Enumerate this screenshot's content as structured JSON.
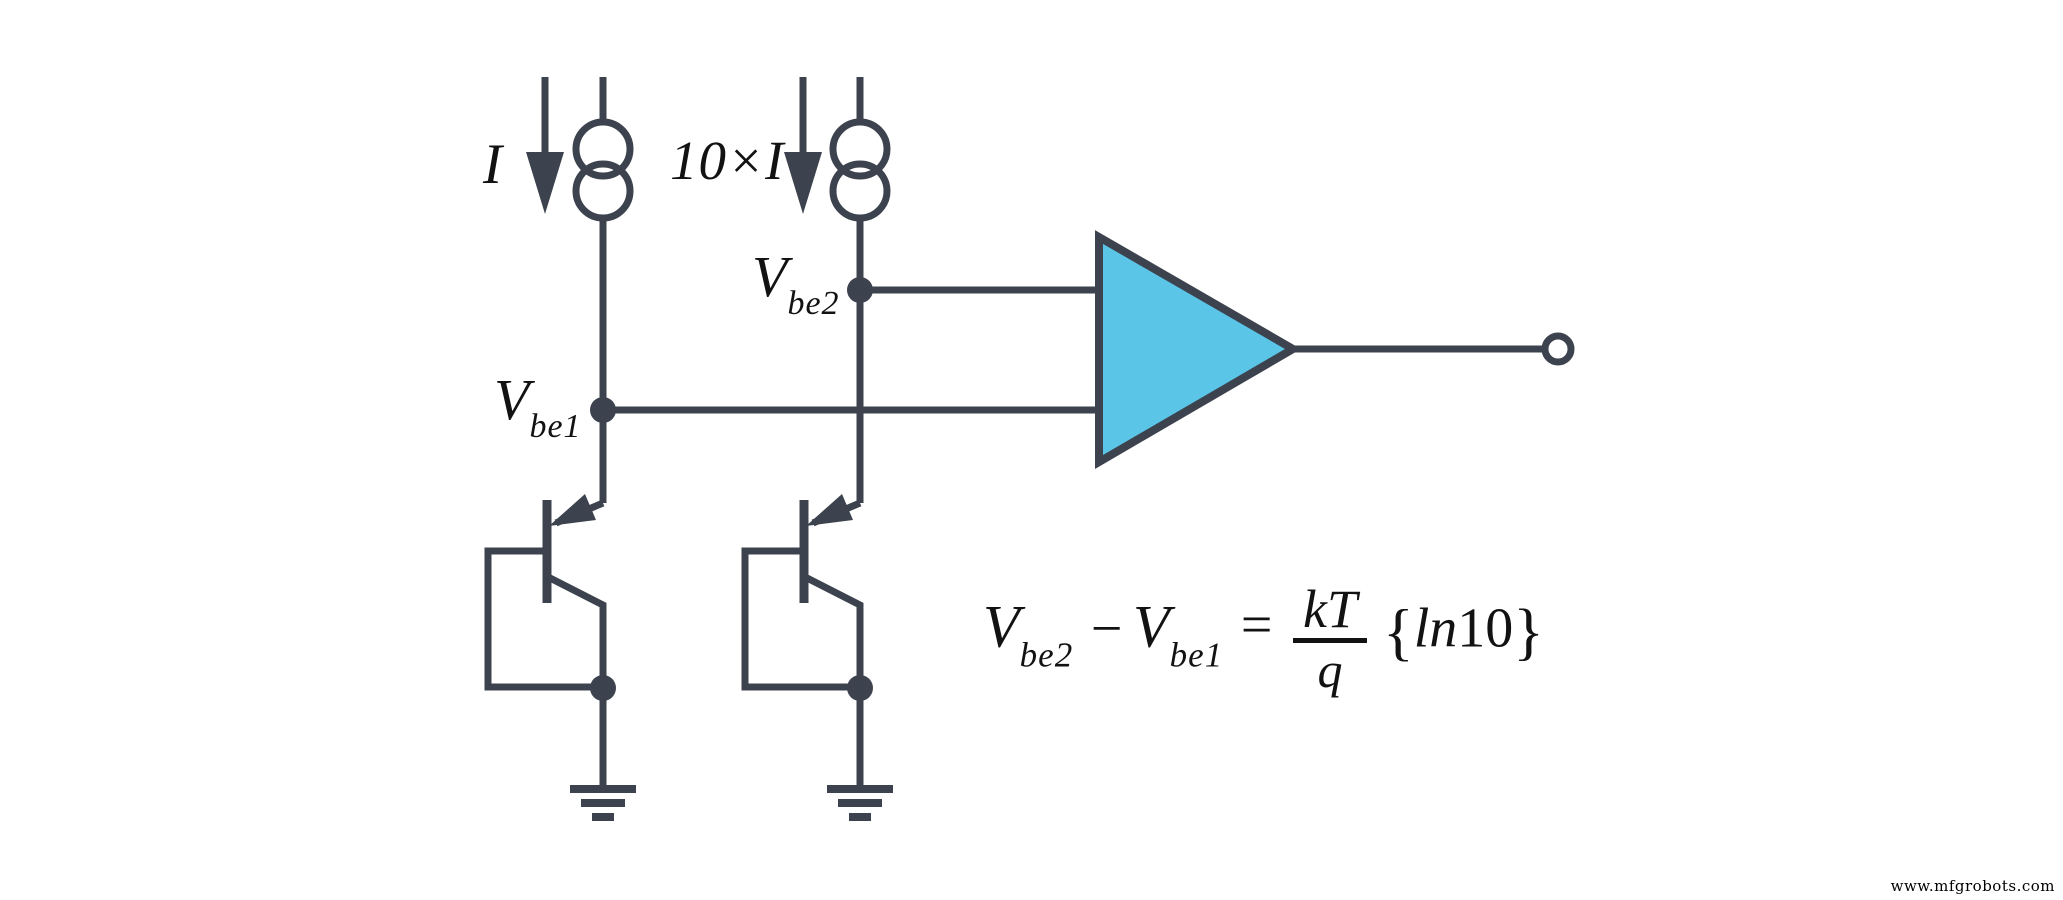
{
  "colors": {
    "background": "#ffffff",
    "wire": "#3d434e",
    "ink": "#121212",
    "opamp_fill": "#5bc5e8"
  },
  "sources": [
    {
      "label": "I"
    },
    {
      "label": "10×I"
    }
  ],
  "nodes": {
    "vbe1": {
      "base": "V",
      "sub": "be1"
    },
    "vbe2": {
      "base": "V",
      "sub": "be2"
    }
  },
  "equation": {
    "lhs_first_base": "V",
    "lhs_first_sub": "be2",
    "minus": "−",
    "lhs_second_base": "V",
    "lhs_second_sub": "be1",
    "equals": "=",
    "fraction_numerator": "kT",
    "fraction_denominator": "q",
    "brace_open": "{",
    "ln": "ln",
    "argument": "10",
    "brace_close": "}"
  },
  "watermark": "www.mfgrobots.com"
}
